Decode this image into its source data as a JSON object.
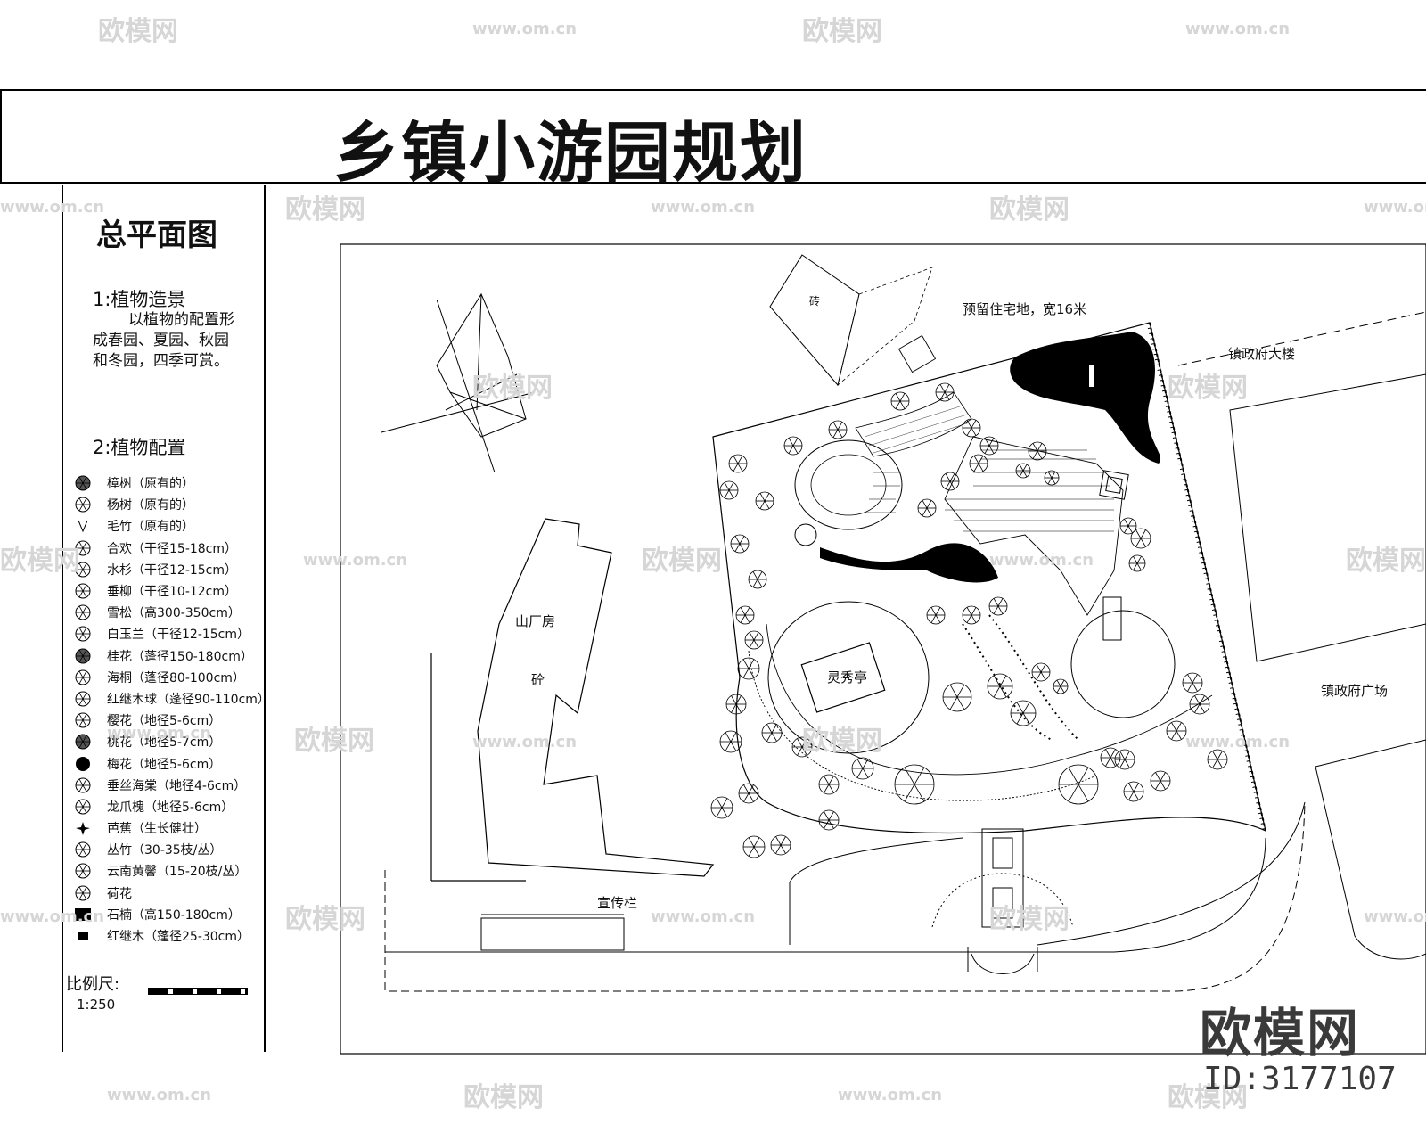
{
  "title": "乡镇小游园规划",
  "legend": {
    "heading": "总平面图",
    "section1_title": "1:植物造景",
    "section1_text": "以植物的配置形成春园、夏园、秋园和冬园，四季可赏。",
    "section2_title": "2:植物配置",
    "items": [
      {
        "label": "樟树（原有的）",
        "icon": "tree-dense-icon"
      },
      {
        "label": "杨树（原有的）",
        "icon": "tree-spoke-icon"
      },
      {
        "label": "毛竹（原有的）",
        "icon": "bamboo-icon"
      },
      {
        "label": "合欢（干径15-18cm）",
        "icon": "tree-star-icon"
      },
      {
        "label": "水杉（干径12-15cm）",
        "icon": "tree-spiky-icon"
      },
      {
        "label": "垂柳（干径10-12cm）",
        "icon": "tree-swirl-icon"
      },
      {
        "label": "雪松（高300-350cm）",
        "icon": "tree-cedar-icon"
      },
      {
        "label": "白玉兰（干径12-15cm）",
        "icon": "tree-wheel-icon"
      },
      {
        "label": "桂花（蓬径150-180cm）",
        "icon": "shrub-dense-icon"
      },
      {
        "label": "海桐（蓬径80-100cm）",
        "icon": "shrub-cross-icon"
      },
      {
        "label": "红继木球（蓬径90-110cm）",
        "icon": "shrub-scallop-icon"
      },
      {
        "label": "樱花（地径5-6cm）",
        "icon": "flower-ring-icon"
      },
      {
        "label": "桃花（地径5-7cm）",
        "icon": "flower-dots-icon"
      },
      {
        "label": "梅花（地径5-6cm）",
        "icon": "flower-solid-icon"
      },
      {
        "label": "垂丝海棠（地径4-6cm）",
        "icon": "flower-swirl-icon"
      },
      {
        "label": "龙爪槐（地径5-6cm）",
        "icon": "tree-claw-icon"
      },
      {
        "label": "芭蕉（生长健壮）",
        "icon": "banana-icon"
      },
      {
        "label": "丛竹（30-35枝/丛）",
        "icon": "bamboo-cluster-icon"
      },
      {
        "label": "云南黄馨（15-20枝/丛）",
        "icon": "jasmine-icon"
      },
      {
        "label": "荷花",
        "icon": "lotus-icon"
      },
      {
        "label": "石楠（高150-180cm）",
        "icon": "square-solid-icon"
      },
      {
        "label": "红继木（蓬径25-30cm）",
        "icon": "square-small-icon"
      }
    ],
    "scale_label": "比例尺:",
    "scale_value": "1:250"
  },
  "plan": {
    "label_reserved": "预留住宅地，宽16米",
    "label_gov_building": "镇政府大楼",
    "label_gov_square": "镇政府广场",
    "label_factory": "山厂房",
    "label_concrete": "砼",
    "label_pavilion": "灵秀亭",
    "label_board": "宣传栏",
    "label_small_building": "砖"
  },
  "watermark": {
    "brand": "欧模网",
    "url": "www.om.cn",
    "id": "ID:3177107"
  }
}
